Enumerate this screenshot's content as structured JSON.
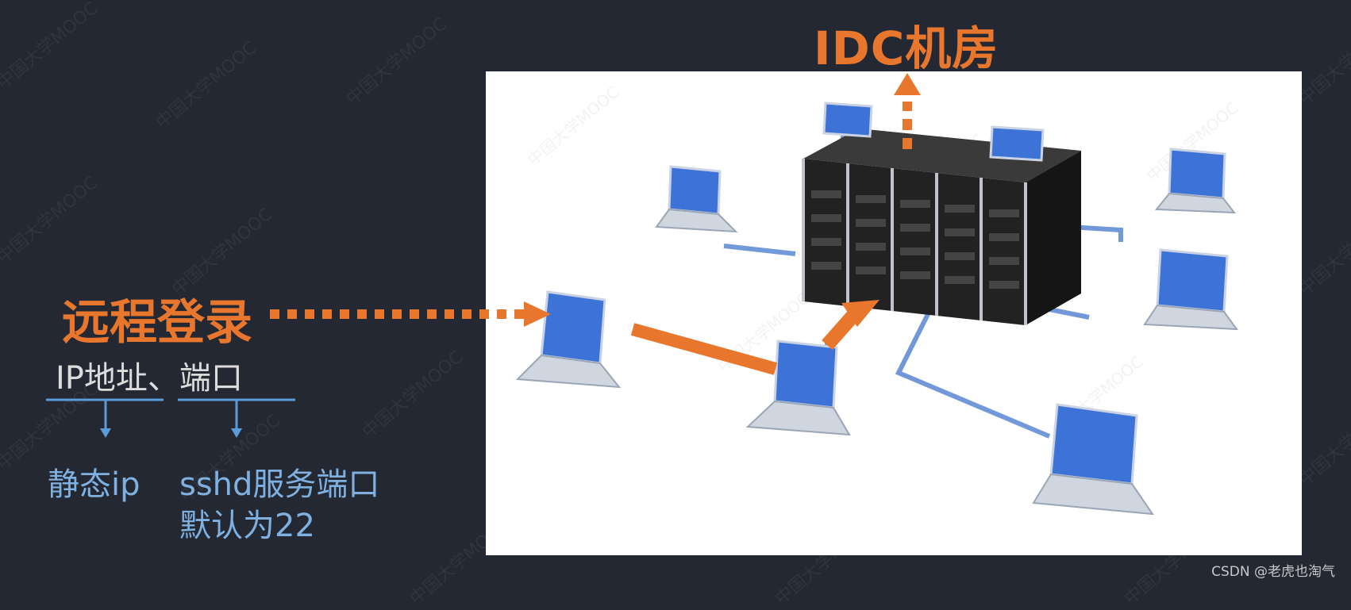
{
  "title": "IDC机房",
  "remote_login": "远程登录",
  "ip_port": "IP地址、端口",
  "static_ip": "静态ip",
  "sshd_port_line1": "sshd服务端口",
  "sshd_port_line2": "默认为22",
  "credit": "CSDN @老虎也淘气",
  "watermark": "中国大学MOOC",
  "colors": {
    "background": "#232833",
    "accent_orange": "#e8762d",
    "branch_blue": "#5a9bd8",
    "laptop_screen": "#3d73d6",
    "server_body": "#2a2a2a"
  }
}
